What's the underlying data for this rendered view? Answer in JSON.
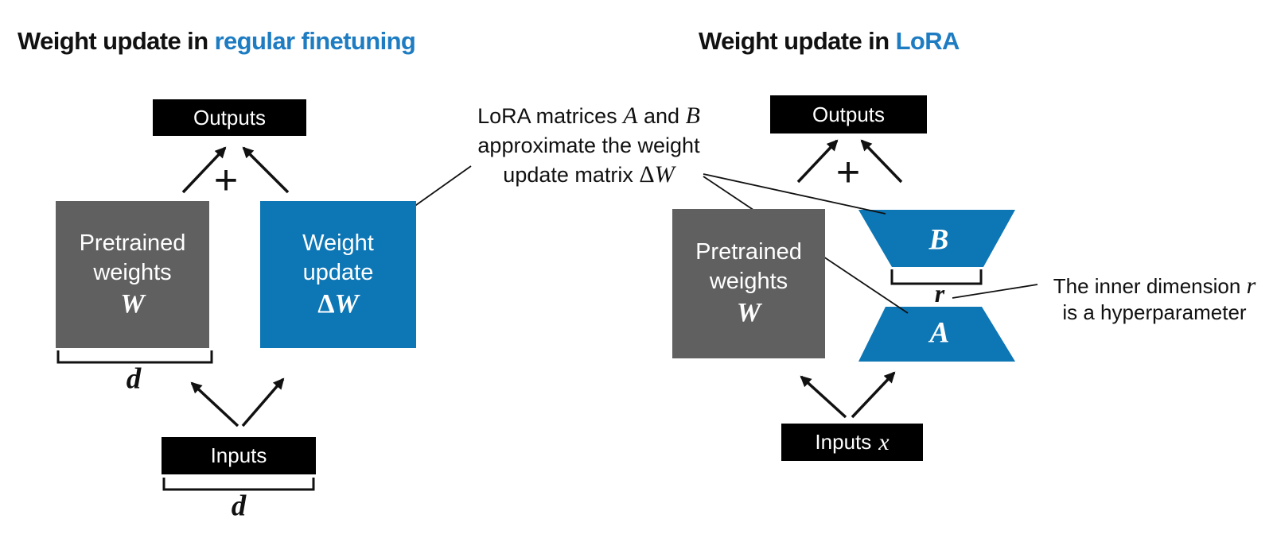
{
  "colors": {
    "title_accent": "#1d7cc2",
    "box_blue": "#0d76b5",
    "box_gray": "#606060",
    "box_black": "#000000"
  },
  "left": {
    "title_black": "Weight update in ",
    "title_accent": "regular finetuning",
    "outputs_label": "Outputs",
    "plus": "+",
    "pretrained_line1": "Pretrained",
    "pretrained_line2": "weights",
    "pretrained_math": "W",
    "update_line1": "Weight",
    "update_line2": "update",
    "update_delta": "Δ",
    "update_w": "W",
    "inputs_label": "Inputs",
    "dim_weights": "d",
    "dim_inputs": "d"
  },
  "right": {
    "title_black": "Weight update in ",
    "title_accent": "LoRA",
    "outputs_label": "Outputs",
    "plus": "+",
    "pretrained_line1": "Pretrained",
    "pretrained_line2": "weights",
    "pretrained_math": "W",
    "matrix_b": "B",
    "matrix_a": "A",
    "rank_label": "r",
    "inputs_label": "Inputs",
    "inputs_math": "x"
  },
  "annotations": {
    "lora_line1_pre": "LoRA matrices ",
    "lora_line1_a": "A",
    "lora_line1_mid": " and ",
    "lora_line1_b": "B",
    "lora_line2": "approximate the weight",
    "lora_line3_pre": "update matrix ",
    "lora_line3_delta": "Δ",
    "lora_line3_w": "W",
    "rank_line1_pre": "The inner dimension ",
    "rank_line1_r": "r",
    "rank_line2": "is a hyperparameter"
  }
}
